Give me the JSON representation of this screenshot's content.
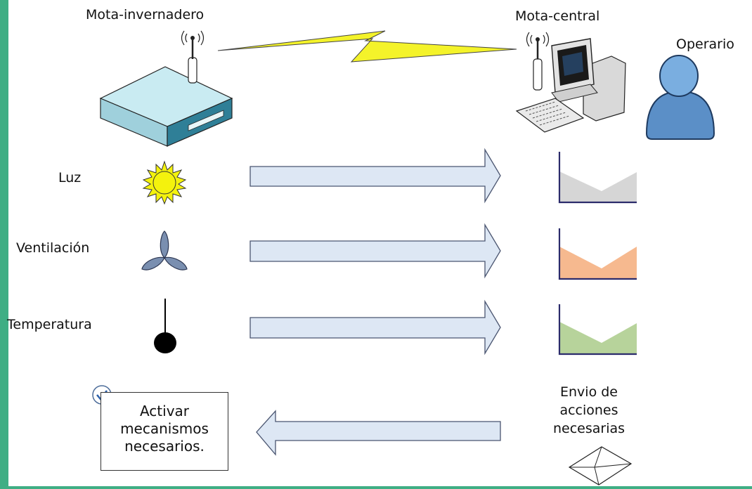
{
  "nodes": {
    "greenhouse_mote": "Mota-invernadero",
    "central_mote": "Mota-central",
    "operator": "Operario"
  },
  "sensors": [
    {
      "label": "Luz",
      "icon": "sun-icon",
      "chart_color": "#d6d6d6"
    },
    {
      "label": "Ventilación",
      "icon": "fan-icon",
      "chart_color": "#f6b98f"
    },
    {
      "label": "Temperatura",
      "icon": "thermometer-icon",
      "chart_color": "#b7d39b"
    }
  ],
  "actions": {
    "box_lines": [
      "Activar",
      "mecanismos",
      "necesarios."
    ],
    "send_lines": [
      "Envio de",
      "acciones",
      "necesarias"
    ]
  },
  "colors": {
    "frame": "#3fae84",
    "arrow_fill": "#dde7f4",
    "device": "#9fd0dc",
    "person": "#5b8fc7",
    "bolt": "#f4f32a",
    "chart_axis": "#2b2b6b"
  }
}
